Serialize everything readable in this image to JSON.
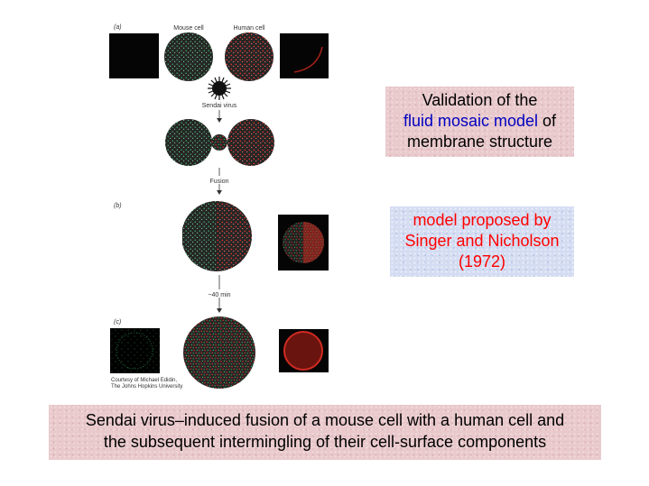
{
  "figure": {
    "label_a": "(a)",
    "label_b": "(b)",
    "label_c": "(c)",
    "mouse_cell": "Mouse cell",
    "human_cell": "Human cell",
    "sendai_virus": "Sendai virus",
    "fusion": "Fusion",
    "time": "~40 min",
    "courtesy_line1": "Courtesy of Michael Edidin,",
    "courtesy_line2": "The Johns Hopkins University"
  },
  "validation_box": {
    "line1": "Validation of the",
    "line2_highlight": "fluid mosaic model",
    "line2_rest": " of",
    "line3": "membrane structure"
  },
  "model_box": {
    "line1": "model proposed by",
    "line2": "Singer and Nicholson",
    "line3": "(1972)"
  },
  "caption": {
    "line1": "Sendai virus–induced fusion of a mouse cell with a human cell and",
    "line2": "the subsequent intermingling of their cell-surface components"
  },
  "colors": {
    "green_label": "#39c26b",
    "red_label": "#e8342a",
    "cell_fill": "#2b2b2b",
    "box_pink": "#e9c9cc",
    "box_blue": "#d4dcf2",
    "highlight_blue": "#0000c0",
    "highlight_red": "#ff0000"
  }
}
